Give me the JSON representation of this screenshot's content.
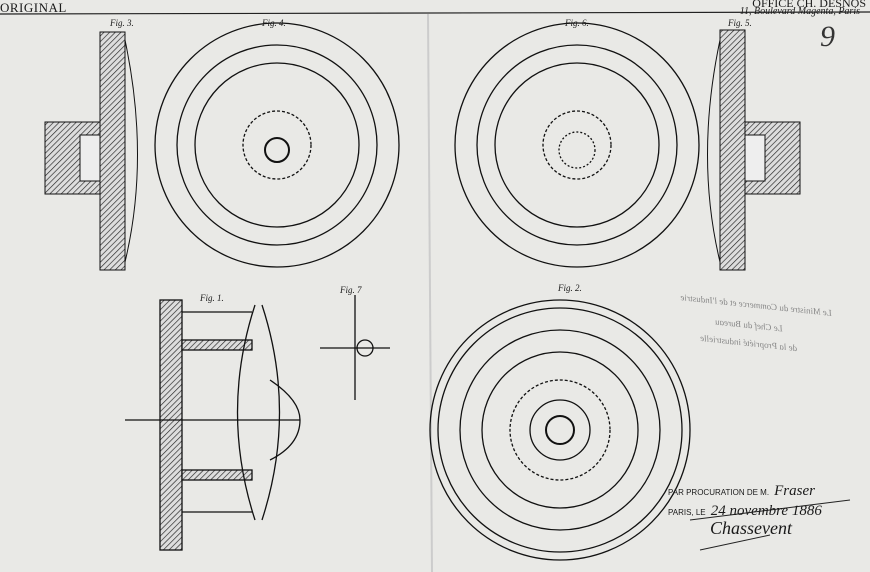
{
  "header": {
    "left_label": "ORIGINAL",
    "office_name": "OFFICE CH. DESNOS",
    "office_address": "11, Boulevard Magenta, Paris",
    "page_number": "9"
  },
  "figures": {
    "fig3": "Fig. 3.",
    "fig4": "Fig. 4.",
    "fig6": "Fig. 6.",
    "fig5": "Fig. 5.",
    "fig1": "Fig. 1.",
    "fig7": "Fig. 7",
    "fig2": "Fig. 2."
  },
  "stamp": {
    "procuration": "PAR PROCURATION DE M.",
    "name": "Fraser",
    "place": "PARIS, LE",
    "date": "24 novembre 1886",
    "signature": "Chassevent"
  },
  "show_through": {
    "line1": "Le Ministre du Commerce et de l'Industrie",
    "line2": "Le Chef du Bureau",
    "line3": "de la Propriété industrielle"
  }
}
